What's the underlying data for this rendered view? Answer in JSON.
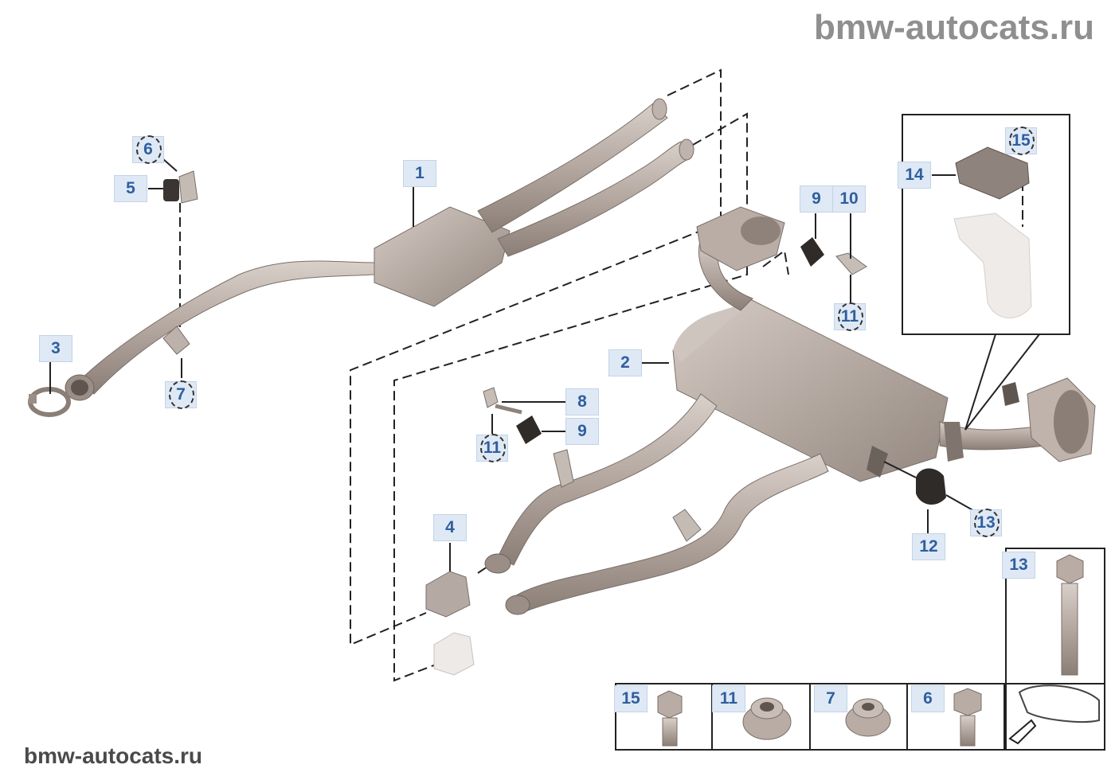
{
  "watermark": {
    "top": "bmw-autocats.ru",
    "bottom": "bmw-autocats.ru"
  },
  "callouts": {
    "c1": "1",
    "c2": "2",
    "c3": "3",
    "c4": "4",
    "c5": "5",
    "c6": "6",
    "c7": "7",
    "c8": "8",
    "c9a": "9",
    "c9b": "9",
    "c10": "10",
    "c11a": "11",
    "c11b": "11",
    "c12": "12",
    "c13": "13",
    "c14": "14",
    "c15": "15"
  },
  "legend": {
    "bolt13": "13",
    "bolt15": "15",
    "nut11": "11",
    "nut7": "7",
    "bolt6": "6"
  },
  "colors": {
    "callout_text": "#2f5f9d",
    "callout_bg": "#dfe9f5",
    "part_fill": "#b8aca4",
    "part_dark": "#8e817a",
    "line": "#222222"
  }
}
